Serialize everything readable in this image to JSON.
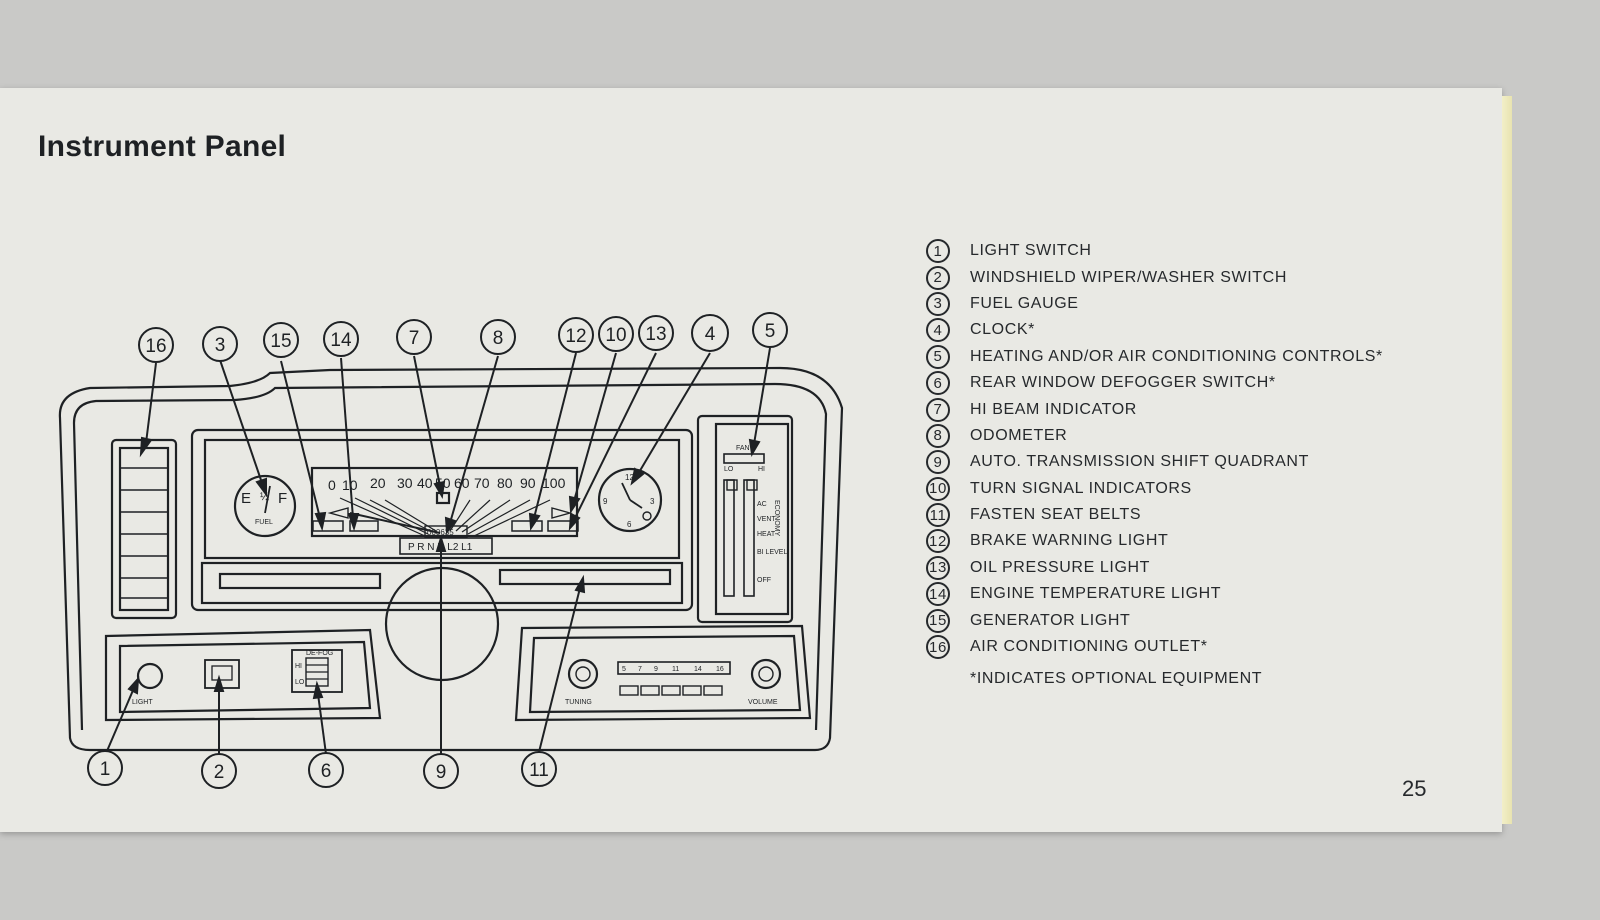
{
  "page": {
    "title": "Instrument Panel",
    "number": "25"
  },
  "diagram": {
    "gauges": {
      "fuel_letters": [
        "E",
        "½",
        "F"
      ],
      "fuel_label": "FUEL",
      "speed_numbers": [
        "0",
        "10",
        "20",
        "30",
        "40",
        "50",
        "60",
        "70",
        "80",
        "90",
        "100"
      ],
      "odometer": "000635",
      "shift_quadrant": "P R N D L2 L1",
      "clock_numbers": [
        "12",
        "3",
        "6",
        "9"
      ]
    },
    "controls": {
      "light_label": "LIGHT",
      "tuning_label": "TUNING",
      "volume_label": "VOLUME",
      "defog_label": "DE-FOG",
      "defog_hi": "HI",
      "defog_lo": "LO",
      "fan_label": "FAN",
      "fan_lo": "LO",
      "fan_hi": "HI",
      "hvac_modes": [
        "AC",
        "VENT",
        "HEAT",
        "BI LEVEL",
        "OFF"
      ],
      "hvac_side_label": "ECONOMY",
      "radio_numbers": [
        "5",
        "7",
        "9",
        "11",
        "14",
        "16"
      ]
    },
    "callouts": [
      "16",
      "3",
      "15",
      "14",
      "7",
      "8",
      "12",
      "10",
      "13",
      "4",
      "5",
      "1",
      "2",
      "6",
      "9",
      "11"
    ]
  },
  "legend": {
    "items": [
      {
        "n": "1",
        "label": "LIGHT SWITCH"
      },
      {
        "n": "2",
        "label": "WINDSHIELD WIPER/WASHER SWITCH"
      },
      {
        "n": "3",
        "label": "FUEL GAUGE"
      },
      {
        "n": "4",
        "label": "CLOCK*"
      },
      {
        "n": "5",
        "label": "HEATING AND/OR AIR CONDITIONING CONTROLS*"
      },
      {
        "n": "6",
        "label": "REAR WINDOW DEFOGGER SWITCH*"
      },
      {
        "n": "7",
        "label": "HI BEAM INDICATOR"
      },
      {
        "n": "8",
        "label": "ODOMETER"
      },
      {
        "n": "9",
        "label": "AUTO. TRANSMISSION SHIFT QUADRANT"
      },
      {
        "n": "10",
        "label": "TURN SIGNAL INDICATORS"
      },
      {
        "n": "11",
        "label": "FASTEN SEAT BELTS"
      },
      {
        "n": "12",
        "label": "BRAKE WARNING LIGHT"
      },
      {
        "n": "13",
        "label": "OIL PRESSURE LIGHT"
      },
      {
        "n": "14",
        "label": "ENGINE TEMPERATURE LIGHT"
      },
      {
        "n": "15",
        "label": "GENERATOR LIGHT"
      },
      {
        "n": "16",
        "label": "AIR CONDITIONING OUTLET*"
      }
    ],
    "note": "*INDICATES OPTIONAL EQUIPMENT"
  },
  "colors": {
    "ink": "#1e2124",
    "paper": "#e9e9e4",
    "background": "#c9c9c7"
  }
}
